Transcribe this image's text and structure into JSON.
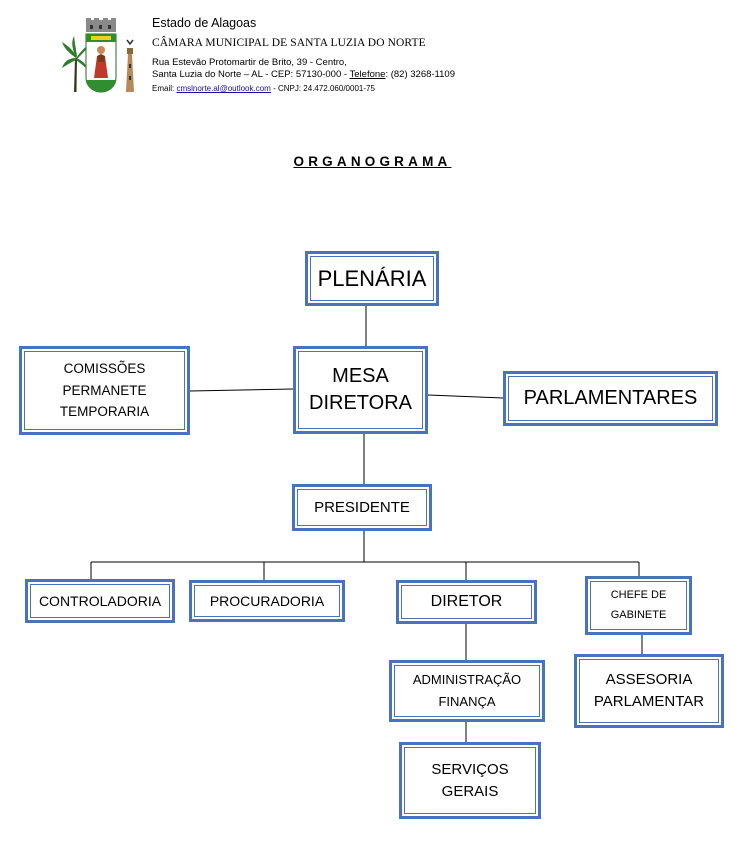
{
  "header": {
    "state": "Estado de Alagoas",
    "chamber": "CÂMARA MUNICIPAL DE SANTA LUZIA DO NORTE",
    "address_line1": "Rua Estevão Protomartir de Brito, 39 - Centro,",
    "address_line2_prefix": "Santa Luzia do Norte – AL - CEP: 57130-000 - ",
    "phone_label": "Telefone",
    "phone_value": ": (82) 3268-1109",
    "email_label": "Email: ",
    "email_value": "cmslnorte.al@outlook.com",
    "cnpj": " - CNPJ: 24.472.060/0001-75"
  },
  "title": "ORGANOGRAMA",
  "org": {
    "plenaria": "PLENÁRIA",
    "mesa_line1": "MESA",
    "mesa_line2": "DIRETORA",
    "comissoes_line1": "COMISSÕES",
    "comissoes_line2": "PERMANETE",
    "comissoes_line3": "TEMPORARIA",
    "parlamentares": "PARLAMENTARES",
    "presidente": "PRESIDENTE",
    "controladoria": "CONTROLADORIA",
    "procuradoria": "PROCURADORIA",
    "diretor": "DIRETOR",
    "chefe_line1": "CHEFE DE",
    "chefe_line2": "GABINETE",
    "admin_line1": "ADMINISTRAÇÃO",
    "admin_line2": "FINANÇA",
    "servicos_line1": "SERVIÇOS",
    "servicos_line2": "GERAIS",
    "assessoria_line1": "ASSESORIA",
    "assessoria_line2": "PARLAMENTAR"
  },
  "colors": {
    "box_border": "#4a73be",
    "connector": "#000000"
  }
}
